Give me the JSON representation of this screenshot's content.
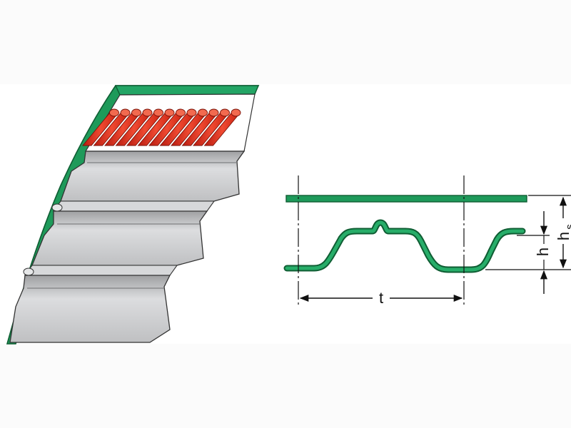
{
  "labels": {
    "pitch": "t",
    "tooth_height": "h",
    "total_height_main": "h",
    "total_height_sub": "s"
  },
  "icons": {
    "belt_section": "timing-belt-cross-section-illustration",
    "profile": "timing-belt-tooth-profile-drawing"
  },
  "colors": {
    "belt_green": "#1e9a5a",
    "belt_outline": "#0f5d33",
    "cord_red": "#e8301e",
    "tooth_gray": "#c9cacb",
    "dimension_line": "#111111"
  }
}
